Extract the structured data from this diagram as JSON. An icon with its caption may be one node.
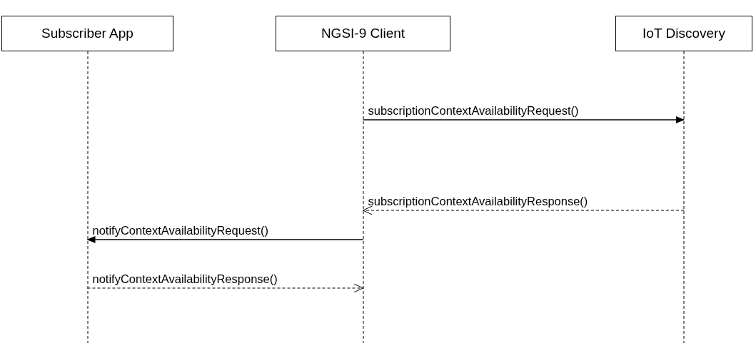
{
  "diagram": {
    "nodes": [
      {
        "text": [
          "Subscriber App"
        ]
      },
      {
        "text": [
          "NGSI-9 Client"
        ]
      },
      {
        "text": [
          "IoT Discovery"
        ]
      }
    ],
    "edges": [
      {
        "from": 1,
        "to": 2,
        "arrow": "to",
        "label": "subscriptionContextAvailabilityRequest()"
      },
      {
        "from": 2,
        "to": 1,
        "arrow": "to",
        "label": "subscriptionContextAvailabilityResponse()",
        "style": "dashed"
      },
      {
        "from": 1,
        "to": 0,
        "arrow": "to",
        "label": "notifyContextAvailabilityRequest()"
      },
      {
        "from": 0,
        "to": 1,
        "arrow": "to",
        "label": "notifyContextAvailabilityResponse()",
        "style": "dashed"
      }
    ]
  }
}
